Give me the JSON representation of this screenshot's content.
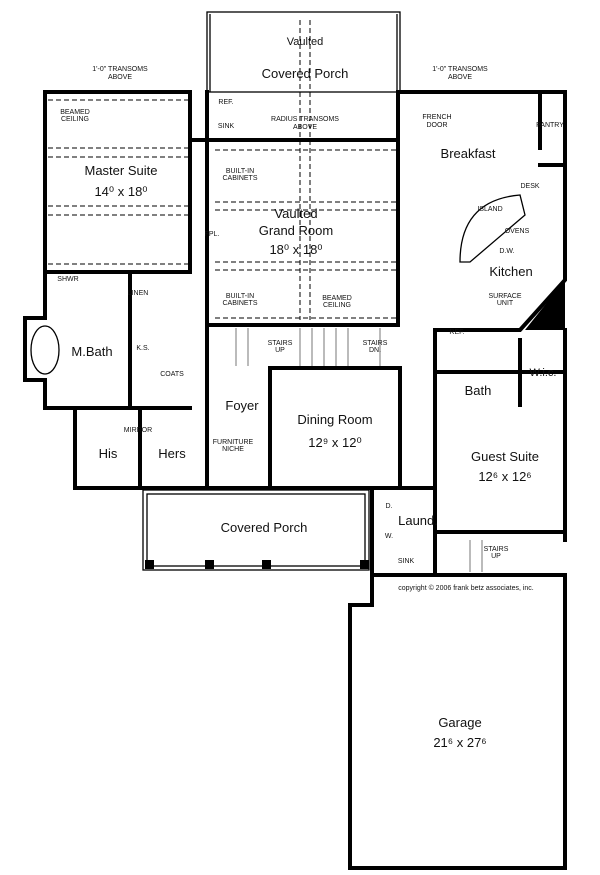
{
  "plan": {
    "transoms_left": [
      "1'-0\" TRANSOMS",
      "ABOVE"
    ],
    "transoms_right": [
      "1'-0\" TRANSOMS",
      "ABOVE"
    ],
    "covered_porch_top": [
      "Vaulted",
      "Covered Porch"
    ],
    "radius_transoms": [
      "RADIUS TRANSOMS",
      "ABOVE"
    ],
    "ref_top": "REF.",
    "sink_top": "SINK",
    "master_beamed": [
      "BEAMED",
      "CEILING"
    ],
    "master_suite": {
      "name": "Master Suite",
      "size": "14⁰ x 18⁰"
    },
    "built_in_top": [
      "BUILT-IN",
      "CABINETS"
    ],
    "fireplace": "FPL.",
    "built_in_bottom": [
      "BUILT-IN",
      "CABINETS"
    ],
    "grand_room": {
      "line1": "Vaulted",
      "name": "Grand Room",
      "size": "18⁰ x 18⁰"
    },
    "grand_beamed": [
      "BEAMED",
      "CEILING"
    ],
    "french_door": [
      "FRENCH",
      "DOOR"
    ],
    "breakfast": "Breakfast",
    "pantry": "PANTRY",
    "desk": "DESK",
    "island": "ISLAND",
    "ovens": "OVENS",
    "dw": "D.W.",
    "kitchen": "Kitchen",
    "surface_unit": [
      "SURFACE",
      "UNIT"
    ],
    "kitchen_ref": "REF.",
    "shower": "SHWR",
    "linen": "LINEN",
    "ks": "K.S.",
    "mbath": "M.Bath",
    "coats": "COATS",
    "mirror": "MIRROR",
    "his": "His",
    "hers": "Hers",
    "foyer": "Foyer",
    "furniture_niche": [
      "FURNITURE",
      "NICHE"
    ],
    "stairs_up": [
      "STAIRS",
      "UP"
    ],
    "stairs_dn": [
      "STAIRS",
      "DN."
    ],
    "dining_room": {
      "name": "Dining Room",
      "size": "12⁹ x 12⁰"
    },
    "bath": "Bath",
    "wic": "W.i.c.",
    "guest_suite": {
      "name": "Guest Suite",
      "size": "12⁶ x 12⁶"
    },
    "covered_porch_front": "Covered Porch",
    "dryer": "D.",
    "washer": "W.",
    "laundry": "Laund.",
    "laundry_sink": "SINK",
    "garage_stairs": [
      "STAIRS",
      "UP"
    ],
    "copyright": "copyright © 2006 frank betz associates, inc.",
    "garage": {
      "name": "Garage",
      "size": "21⁶ x 27⁶"
    }
  }
}
